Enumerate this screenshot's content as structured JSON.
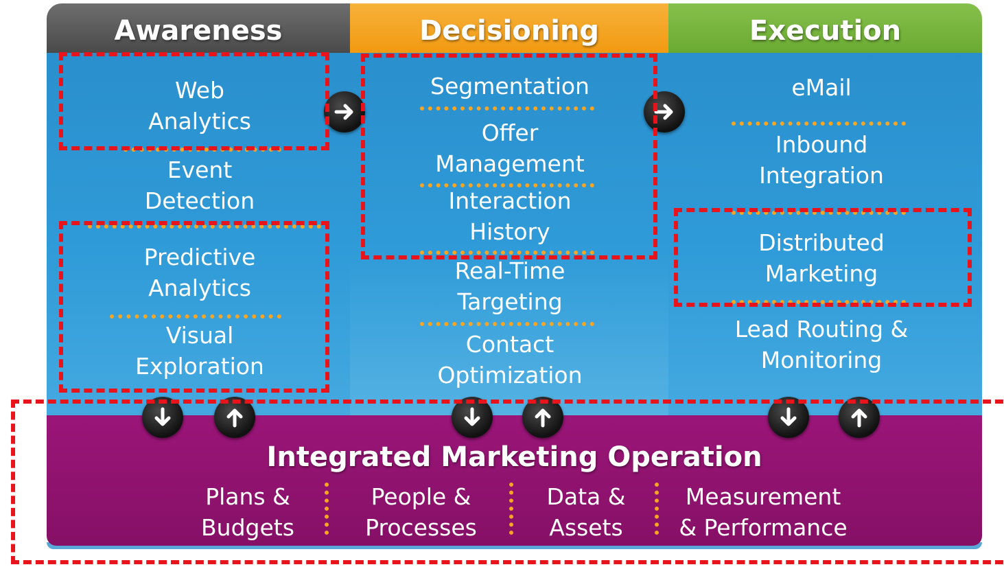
{
  "columns": [
    {
      "title": "Awareness",
      "items": [
        {
          "line1": "Web",
          "line2": "Analytics"
        },
        {
          "line1": "Event",
          "line2": "Detection"
        },
        {
          "line1": "Predictive",
          "line2": "Analytics"
        },
        {
          "line1": "Visual",
          "line2": "Exploration"
        }
      ]
    },
    {
      "title": "Decisioning",
      "items": [
        {
          "line1": "Segmentation"
        },
        {
          "line1": "Offer",
          "line2": "Management"
        },
        {
          "line1": "Interaction",
          "line2": "History"
        },
        {
          "line1": "Real-Time",
          "line2": "Targeting"
        },
        {
          "line1": "Contact",
          "line2": "Optimization"
        }
      ]
    },
    {
      "title": "Execution",
      "items": [
        {
          "line1": "eMail"
        },
        {
          "line1": "Inbound",
          "line2": "Integration"
        },
        {
          "line1": "Distributed",
          "line2": "Marketing"
        },
        {
          "line1": "Lead Routing &",
          "line2": "Monitoring"
        }
      ]
    }
  ],
  "operation": {
    "title": "Integrated Marketing Operation",
    "items": [
      {
        "line1": "Plans &",
        "line2": "Budgets"
      },
      {
        "line1": "People &",
        "line2": "Processes"
      },
      {
        "line1": "Data &",
        "line2": "Assets"
      },
      {
        "line1": "Measurement",
        "line2": "& Performance"
      }
    ]
  },
  "icons": {
    "right_arrow": "right-arrow-icon",
    "down_arrow": "down-arrow-icon",
    "up_arrow": "up-arrow-icon"
  },
  "colors": {
    "awareness_header": "#5a5a5a",
    "decisioning_header": "#f4a321",
    "execution_header": "#78b43e",
    "column_body": "#2f9bd8",
    "operation_bar": "#8f1270",
    "dotted_separator": "#f6a623",
    "highlight_dash": "#e8141c"
  }
}
